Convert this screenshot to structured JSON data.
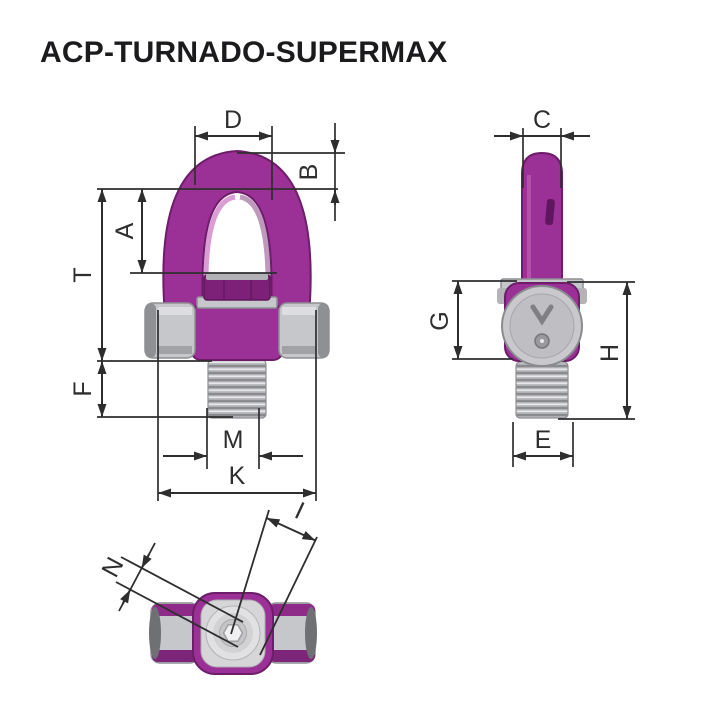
{
  "page": {
    "title": "ACP-TURNADO-SUPERMAX"
  },
  "dimension_labels": {
    "D": "D",
    "B": "B",
    "A": "A",
    "T": "T",
    "F": "F",
    "M": "M",
    "K": "K",
    "C": "C",
    "G": "G",
    "H": "H",
    "E": "E",
    "N": "N",
    "I": "I"
  },
  "colors": {
    "product_violet": "#9B3097",
    "product_violet_dark": "#6E1D6B",
    "hex_cap_violet": "#7C2078",
    "bushing_cap_violet": "#8E2B89",
    "steel_light": "#C6C7CB",
    "steel_mid": "#BCBDC1",
    "steel_dark": "#8E8F93",
    "dimension_line": "#2E2E2E",
    "title_text": "#1B1B1D",
    "background": "#FFFFFF"
  }
}
